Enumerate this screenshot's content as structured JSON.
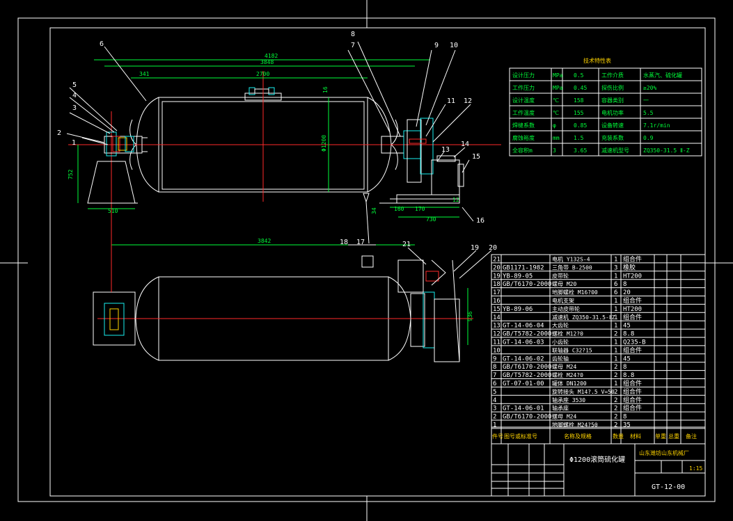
{
  "colors": {
    "background": "#000000",
    "line": "#ffffff",
    "center": "#ff2a2a",
    "dimension": "#00ff3a",
    "part": "#19f0f0",
    "table_text": "#ffd400"
  },
  "balloons": [
    "1",
    "2",
    "3",
    "4",
    "5",
    "6",
    "7",
    "8",
    "9",
    "10",
    "11",
    "12",
    "13",
    "14",
    "15",
    "16",
    "17",
    "18",
    "19",
    "20",
    "21"
  ],
  "dimensions": {
    "overall": "4182",
    "span": "3848",
    "drum": "2700",
    "left_offset": "341",
    "height": "752",
    "base": "510",
    "diameter": "Φ1200",
    "flange": "16",
    "motor_a": "160",
    "motor_b": "170",
    "motor_width": "730",
    "bottom_span": "3842",
    "plan_depth": "936",
    "small_1": "34",
    "small_2": "12"
  },
  "tech_table": {
    "title": "技术特性表",
    "rows": [
      {
        "l": "设计压力",
        "u": "MPa",
        "v": "0.5",
        "l2": "工作介质",
        "v2": "水蒸汽、硫化罐"
      },
      {
        "l": "工作压力",
        "u": "MPa",
        "v": "0.45",
        "l2": "探伤比例",
        "v2": "≥20%"
      },
      {
        "l": "设计温度",
        "u": "℃",
        "v": "158",
        "l2": "容器类别",
        "v2": "一"
      },
      {
        "l": "工作温度",
        "u": "℃",
        "v": "155",
        "l2": "电机功率",
        "v2": "5.5"
      },
      {
        "l": "焊缝系数",
        "u": "φ",
        "v": "0.85",
        "l2": "设备转速",
        "v2": "7.1r/min"
      },
      {
        "l": "腐蚀裕度",
        "u": "mm",
        "v": "1.5",
        "l2": "充装系数",
        "v2": "0.9"
      },
      {
        "l": "全容积m",
        "u": "3",
        "v": "3.65",
        "l2": "减速机型号",
        "v2": "ZQ350-31.5 Ⅱ-Z"
      }
    ]
  },
  "bom": {
    "rows": [
      {
        "n": "21",
        "code": "",
        "name": "电机 Y132S-4",
        "q": "1",
        "m": "组合件"
      },
      {
        "n": "20",
        "code": "GB1171-1982",
        "name": "三角带 B-2500",
        "q": "3",
        "m": "橡胶"
      },
      {
        "n": "19",
        "code": "YB-89-05",
        "name": "皮带轮",
        "q": "1",
        "m": "HT200"
      },
      {
        "n": "18",
        "code": "GB/T6170-2000",
        "name": "螺母 M20",
        "q": "6",
        "m": "8"
      },
      {
        "n": "17",
        "code": "",
        "name": "地脚螺栓 M16?00",
        "q": "6",
        "m": "20"
      },
      {
        "n": "16",
        "code": "",
        "name": "电机支架",
        "q": "1",
        "m": "组合件"
      },
      {
        "n": "15",
        "code": "YB-89-06",
        "name": "主动皮带轮",
        "q": "1",
        "m": "HT200"
      },
      {
        "n": "14",
        "code": "",
        "name": "减速机 ZQ350-31.5-ⅡZ",
        "q": "1",
        "m": "组合件"
      },
      {
        "n": "13",
        "code": "GT-14-06-04",
        "name": "大齿轮",
        "q": "1",
        "m": "45"
      },
      {
        "n": "12",
        "code": "GB/T5782-2000",
        "name": "螺栓 M12?0",
        "q": "2",
        "m": "8.8"
      },
      {
        "n": "11",
        "code": "GT-14-06-03",
        "name": "小齿轮",
        "q": "1",
        "m": "Q235-B"
      },
      {
        "n": "10",
        "code": "",
        "name": "联轴器 C32?15",
        "q": "1",
        "m": "组合件"
      },
      {
        "n": "9",
        "code": "GT-14-06-02",
        "name": "齿轮轴",
        "q": "1",
        "m": "45"
      },
      {
        "n": "8",
        "code": "GB/T6170-2000",
        "name": "螺母 M24",
        "q": "2",
        "m": "8"
      },
      {
        "n": "7",
        "code": "GB/T5782-2000",
        "name": "螺栓 M24?0",
        "q": "2",
        "m": "8.8"
      },
      {
        "n": "6",
        "code": "GT-07-01-00",
        "name": "罐体 DN1200",
        "q": "1",
        "m": "组合件"
      },
      {
        "n": "5",
        "code": "",
        "name": "旋转接头 M14?.5 V=50",
        "q": "2",
        "m": "组合件"
      },
      {
        "n": "4",
        "code": "",
        "name": "轴承座 3530",
        "q": "2",
        "m": "组合件"
      },
      {
        "n": "3",
        "code": "GT-14-06-01",
        "name": "轴承座",
        "q": "2",
        "m": "组合件"
      },
      {
        "n": "2",
        "code": "GB/T6170-2000",
        "name": "螺母 M24",
        "q": "2",
        "m": "8"
      },
      {
        "n": "1",
        "code": "",
        "name": "地脚螺栓 M24?50",
        "q": "2",
        "m": "35"
      }
    ],
    "header": {
      "n": "件号",
      "code": "图号或标准号",
      "name": "名称及规格",
      "q": "数量",
      "m": "材料",
      "w": "单重",
      "t": "总重",
      "r": "备注"
    }
  },
  "title_block": {
    "drawing_title": "Φ1200滚筒硫化罐",
    "company": "山东潍坊山东机械厂",
    "drawing_no": "GT-12-00",
    "scale": "1:15"
  }
}
